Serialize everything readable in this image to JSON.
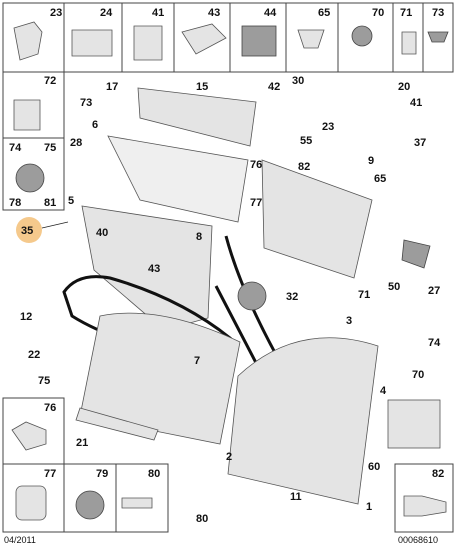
{
  "grid_top": [
    "23",
    "24",
    "41",
    "43",
    "44",
    "65",
    "70",
    "71",
    "73"
  ],
  "grid_left": [
    "72",
    "74",
    "75",
    "78",
    "81"
  ],
  "grid_bottom_left": [
    "76",
    "77",
    "79",
    "80"
  ],
  "grid_bottom_right": [
    "82"
  ],
  "highlight_label": "35",
  "callouts": [
    "17",
    "73",
    "6",
    "15",
    "42",
    "30",
    "20",
    "41",
    "28",
    "5",
    "76",
    "55",
    "23",
    "37",
    "77",
    "82",
    "9",
    "65",
    "8",
    "40",
    "43",
    "32",
    "3",
    "71",
    "74",
    "12",
    "22",
    "7",
    "75",
    "70",
    "4",
    "21",
    "2",
    "60",
    "11",
    "1",
    "80",
    "50",
    "27"
  ],
  "footer": {
    "date": "04/2011",
    "code": "00068610"
  },
  "colors": {
    "highlight": "#f5c98c",
    "line": "#222222",
    "cell": "#444444"
  }
}
